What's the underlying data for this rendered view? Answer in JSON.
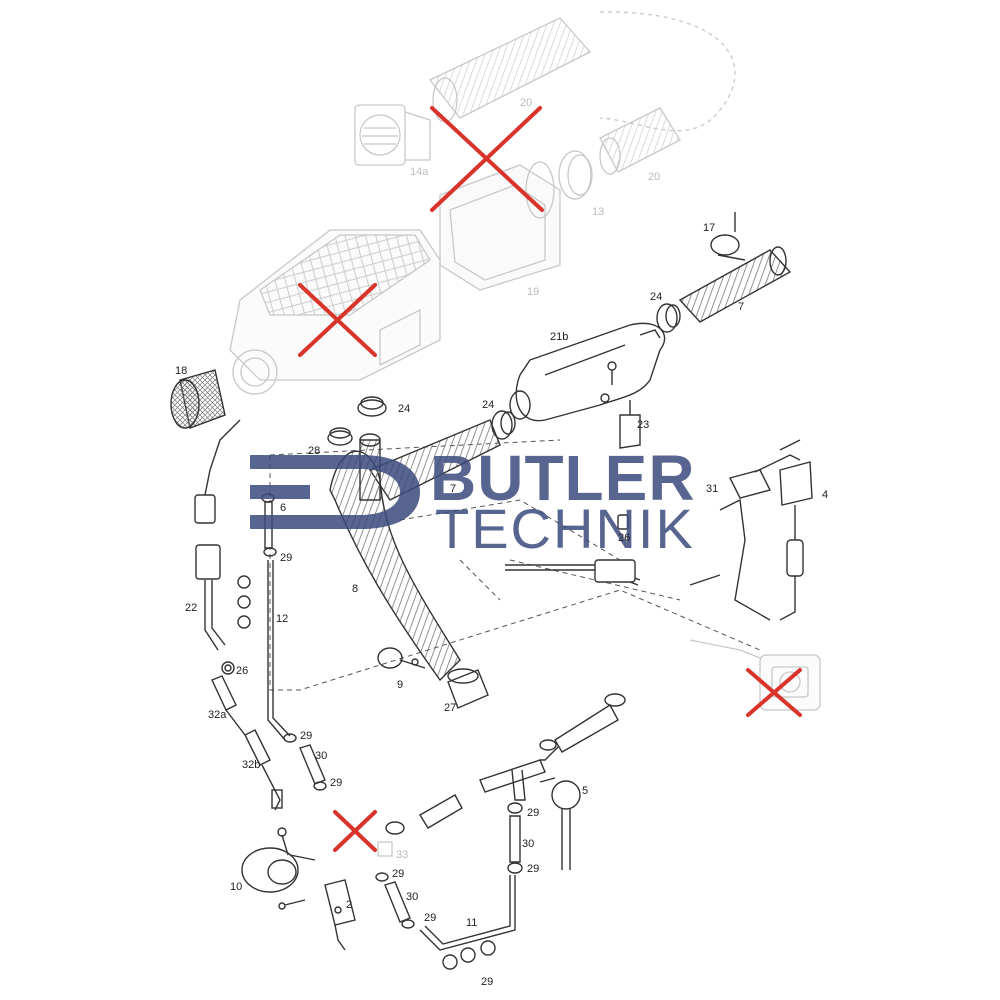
{
  "watermark": {
    "line1": "BUTLER",
    "line2": "TECHNIK",
    "color": "#3b4a7d"
  },
  "colors": {
    "line": "#333333",
    "faint": "#c8c8c8",
    "cross": "#d9342b"
  },
  "part_labels": {
    "p20a": "20",
    "p20b": "20",
    "p14a": "14a",
    "p13": "13",
    "p19": "19",
    "p17": "17",
    "p24a": "24",
    "p7a": "7",
    "p21b": "21b",
    "p18": "18",
    "p24b": "24",
    "p24c": "24",
    "p23": "23",
    "p28": "28",
    "p7b": "7",
    "p31": "31",
    "p4": "4",
    "p6": "6",
    "p26a": "26",
    "p29a": "29",
    "p8": "8",
    "p22": "22",
    "p12": "12",
    "p26b": "26",
    "p9": "9",
    "p27": "27",
    "p32a": "32a",
    "p29b": "29",
    "p30a": "30",
    "p32b": "32b",
    "p29c": "29",
    "p5": "5",
    "p29d": "29",
    "p30b": "30",
    "p33": "33",
    "p29e": "29",
    "p10": "10",
    "p29f": "29",
    "p30c": "30",
    "p29g": "29",
    "p2": "2",
    "p11": "11",
    "p29h": "29"
  }
}
